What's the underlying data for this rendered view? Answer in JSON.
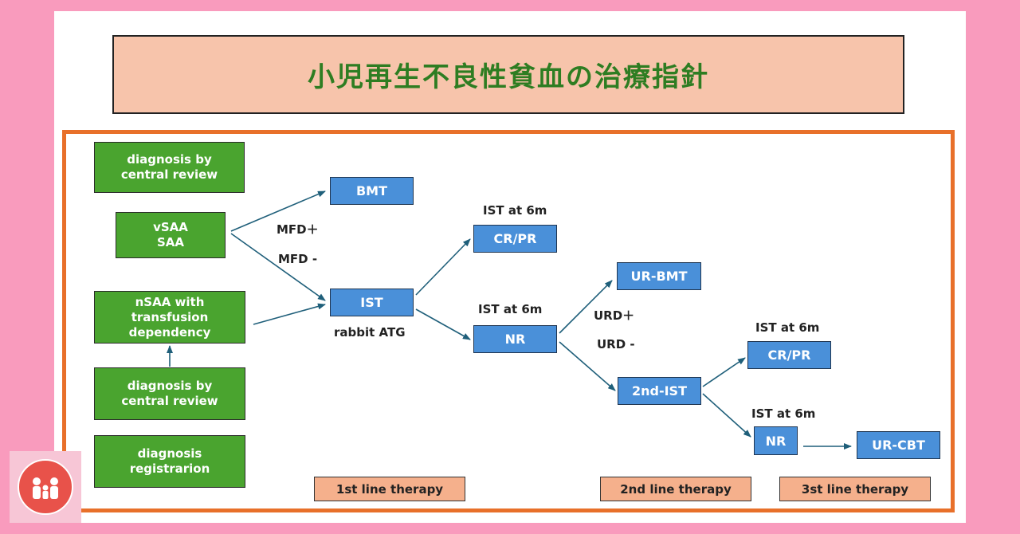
{
  "title": "小児再生不良性貧血の治療指針",
  "left_boxes": {
    "diag_central_top": [
      "diagnosis by",
      "central review"
    ],
    "saa": [
      "vSAA",
      "SAA"
    ],
    "nsaa": [
      "nSAA with",
      "transfusion",
      "dependency"
    ],
    "diag_central_bottom": [
      "diagnosis by",
      "central review"
    ],
    "diag_registration": [
      "diagnosis",
      "registrarion"
    ]
  },
  "nodes": {
    "bmt": "BMT",
    "ist": "IST",
    "cr_pr_1": "CR/PR",
    "nr_1": "NR",
    "ur_bmt": "UR-BMT",
    "second_ist": "2nd-IST",
    "cr_pr_2": "CR/PR",
    "nr_2": "NR",
    "ur_cbt": "UR-CBT"
  },
  "labels": {
    "mfd_plus": "MFD＋",
    "mfd_minus": "MFD -",
    "rabbit_atg": "rabbit ATG",
    "ist_6m_a": "IST at 6m",
    "ist_6m_b": "IST at 6m",
    "urd_plus": "URD＋",
    "urd_minus": "URD -",
    "ist_6m_c": "IST at 6m",
    "ist_6m_d": "IST at 6m"
  },
  "therapy_lines": {
    "first": "1st line therapy",
    "second": "2nd line therapy",
    "third": "3st line therapy"
  },
  "colors": {
    "background": "#f99bbd",
    "title_bg": "#f7c4ab",
    "title_text": "#2e7d22",
    "frame": "#e8702a",
    "green_box": "#4aa42f",
    "blue_box": "#4a90d9",
    "orange_label": "#f5b08c",
    "arrow": "#1f5f7a"
  }
}
